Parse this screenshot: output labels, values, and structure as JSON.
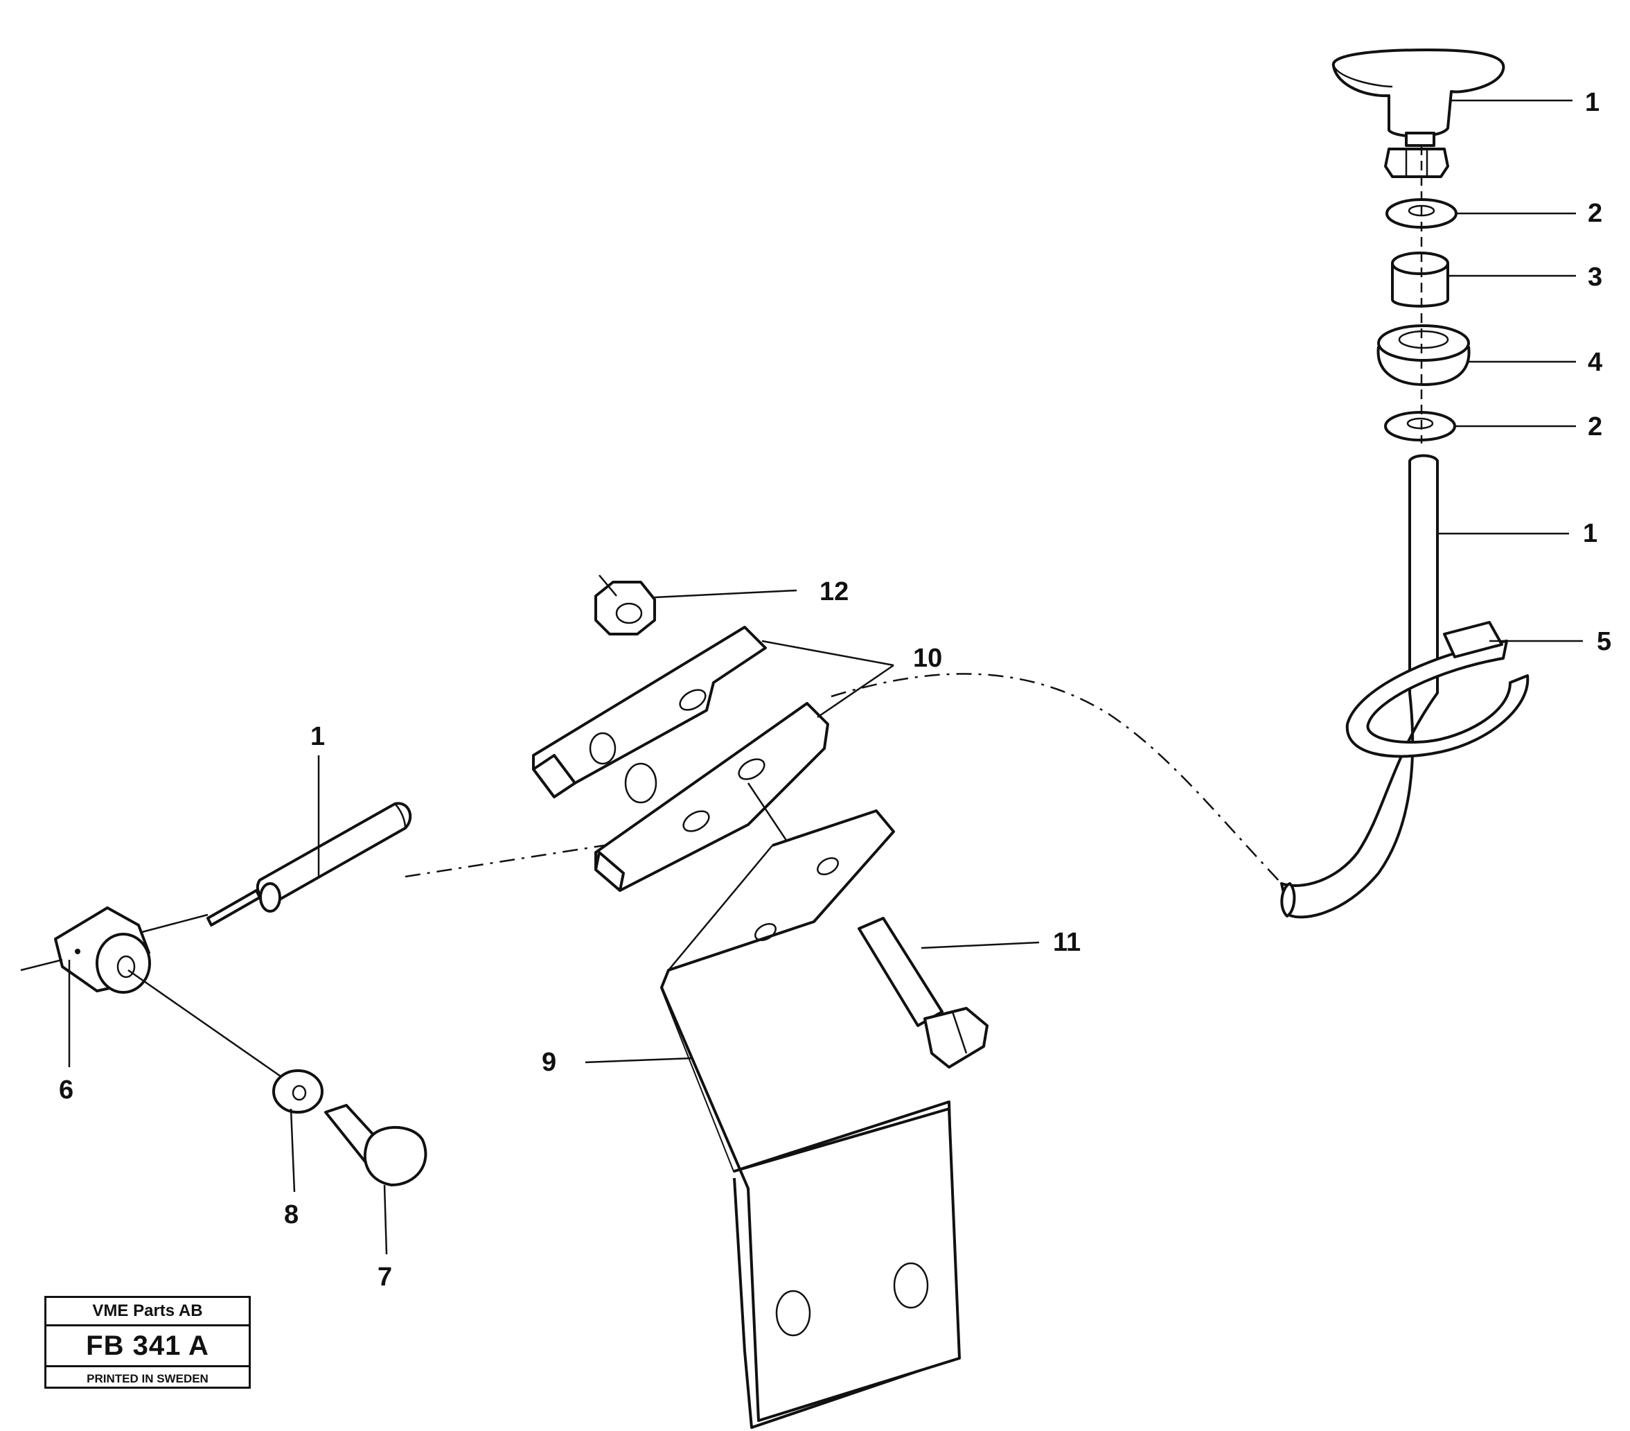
{
  "callouts": [
    {
      "id": "c1a",
      "label": "1"
    },
    {
      "id": "c2a",
      "label": "2"
    },
    {
      "id": "c3",
      "label": "3"
    },
    {
      "id": "c4",
      "label": "4"
    },
    {
      "id": "c2b",
      "label": "2"
    },
    {
      "id": "c1b",
      "label": "1"
    },
    {
      "id": "c5",
      "label": "5"
    },
    {
      "id": "c12",
      "label": "12"
    },
    {
      "id": "c10",
      "label": "10"
    },
    {
      "id": "c1c",
      "label": "1"
    },
    {
      "id": "c11",
      "label": "11"
    },
    {
      "id": "c9",
      "label": "9"
    },
    {
      "id": "c6",
      "label": "6"
    },
    {
      "id": "c8",
      "label": "8"
    },
    {
      "id": "c7",
      "label": "7"
    }
  ],
  "title_block": {
    "company": "VME Parts AB",
    "code": "FB 341 A",
    "printed": "PRINTED IN SWEDEN"
  }
}
